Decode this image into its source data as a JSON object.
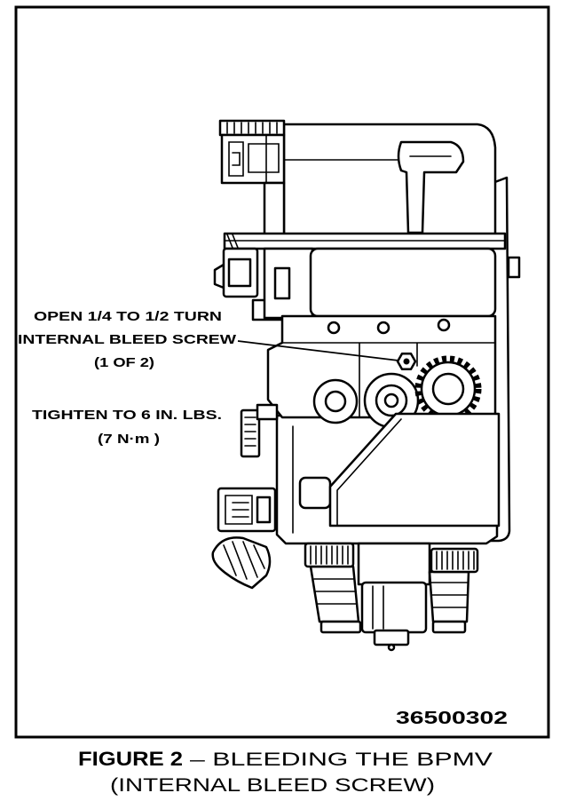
{
  "figure": {
    "labels": {
      "bleed_instruction": "OPEN 1/4 TO 1/2 TURN",
      "bleed_screw": "INTERNAL BLEED SCREW",
      "bleed_count": "(1 OF 2)",
      "torque": "TIGHTEN TO 6 IN. LBS.",
      "torque_metric": "(7 N·m )"
    },
    "reference_number": "36500302"
  },
  "caption": {
    "figure_number": "FIGURE 2",
    "title": "– BLEEDING THE BPMV",
    "subtitle": "(INTERNAL BLEED SCREW)"
  },
  "colors": {
    "ink": "#000000",
    "paper": "#ffffff"
  }
}
